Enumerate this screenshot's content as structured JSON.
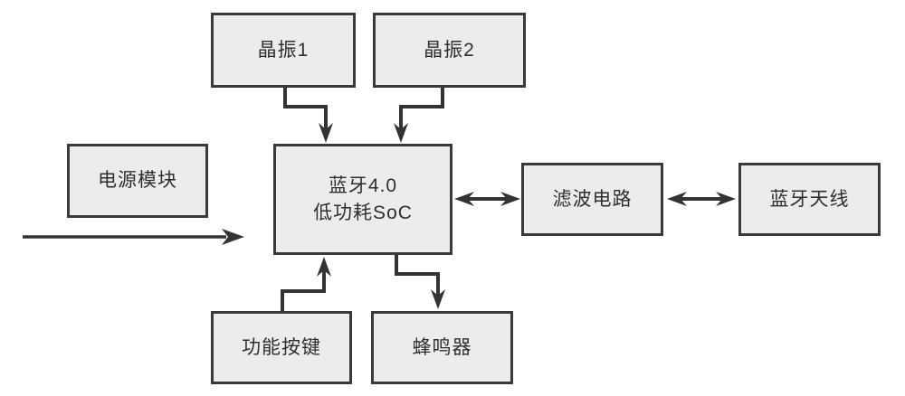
{
  "diagram": {
    "nodes": {
      "crystal1": {
        "label": "晶振1"
      },
      "crystal2": {
        "label": "晶振2"
      },
      "power": {
        "label": "电源模块"
      },
      "soc": {
        "line1": "蓝牙4.0",
        "line2": "低功耗SoC"
      },
      "filter": {
        "label": "滤波电路"
      },
      "antenna": {
        "label": "蓝牙天线"
      },
      "button": {
        "label": "功能按键"
      },
      "buzzer": {
        "label": "蜂鸣器"
      }
    },
    "edges": [
      {
        "from": "晶振1",
        "to": "蓝牙4.0 低功耗SoC",
        "direction": "one-way"
      },
      {
        "from": "晶振2",
        "to": "蓝牙4.0 低功耗SoC",
        "direction": "one-way"
      },
      {
        "from": "电源模块",
        "to": "蓝牙4.0 低功耗SoC",
        "direction": "one-way"
      },
      {
        "from": "功能按键",
        "to": "蓝牙4.0 低功耗SoC",
        "direction": "one-way"
      },
      {
        "from": "蓝牙4.0 低功耗SoC",
        "to": "蜂鸣器",
        "direction": "one-way"
      },
      {
        "from": "蓝牙4.0 低功耗SoC",
        "to": "滤波电路",
        "direction": "two-way"
      },
      {
        "from": "滤波电路",
        "to": "蓝牙天线",
        "direction": "two-way"
      }
    ],
    "colors": {
      "background": "#ffffff",
      "box_fill": "#ececec",
      "box_border": "#3a3a3a",
      "arrow": "#333333",
      "text": "#2e2e2e"
    }
  }
}
